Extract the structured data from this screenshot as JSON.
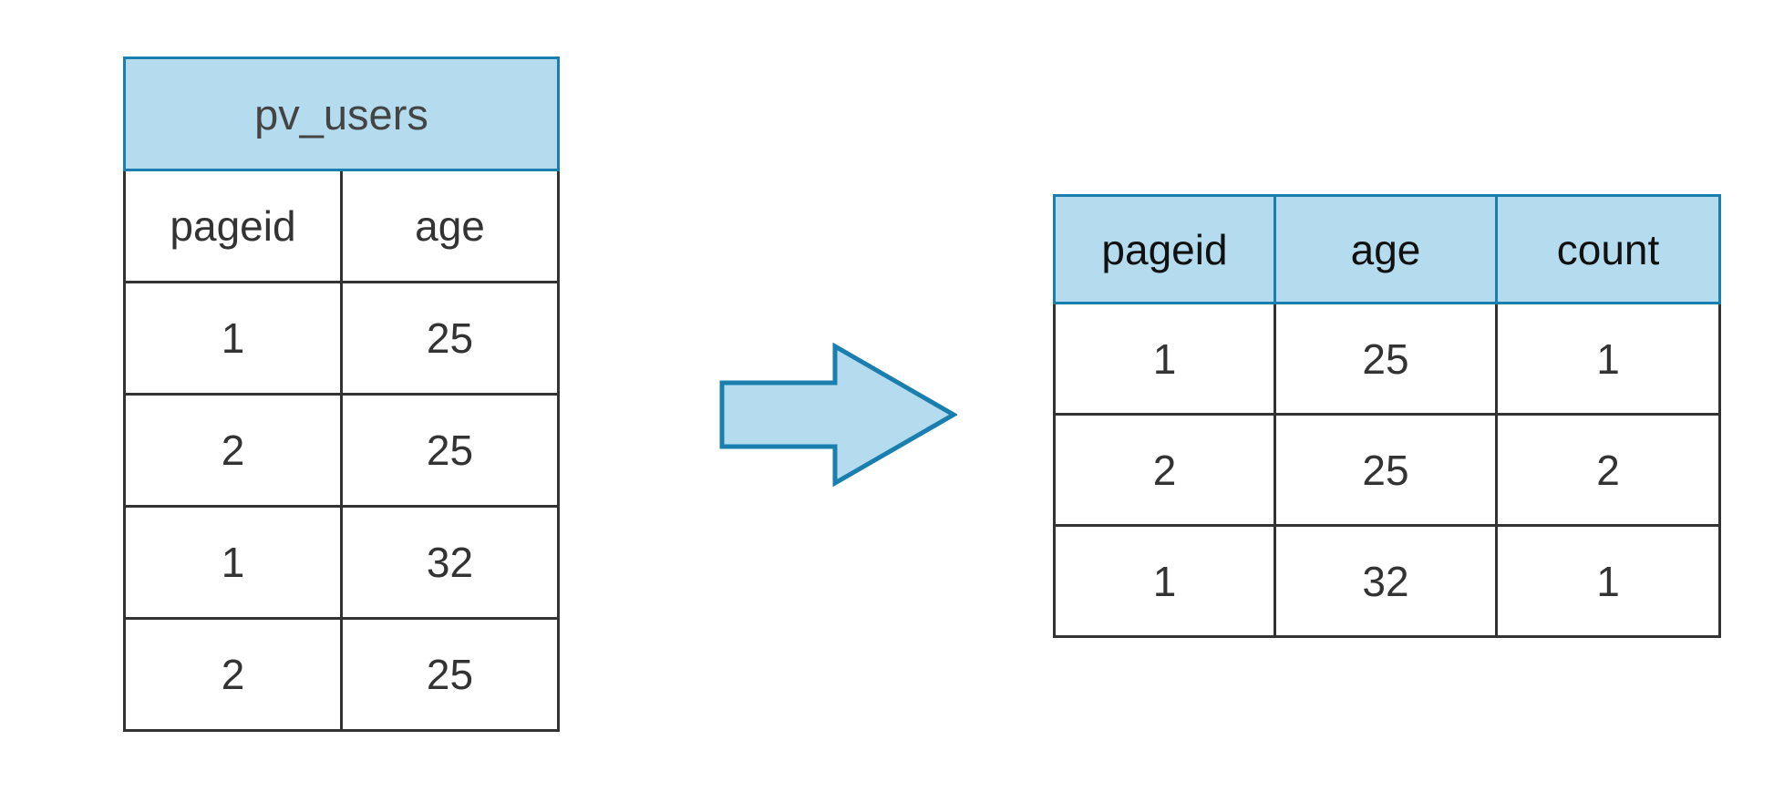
{
  "diagram": {
    "title_hidden": "",
    "accent_blue_fill": "#b4dcee",
    "accent_blue_border": "#1a7fae",
    "grid_border": "#333333",
    "text_color": "#333333"
  },
  "source_table": {
    "name": "pv_users",
    "columns": [
      "pageid",
      "age"
    ],
    "rows": [
      [
        "1",
        "25"
      ],
      [
        "2",
        "25"
      ],
      [
        "1",
        "32"
      ],
      [
        "2",
        "25"
      ]
    ]
  },
  "arrow": {
    "icon": "right-arrow-icon",
    "direction": "right",
    "fill": "#b4dcee",
    "stroke": "#1a7fae"
  },
  "result_table": {
    "columns": [
      "pageid",
      "age",
      "count"
    ],
    "rows": [
      [
        "1",
        "25",
        "1"
      ],
      [
        "2",
        "25",
        "2"
      ],
      [
        "1",
        "32",
        "1"
      ]
    ]
  }
}
